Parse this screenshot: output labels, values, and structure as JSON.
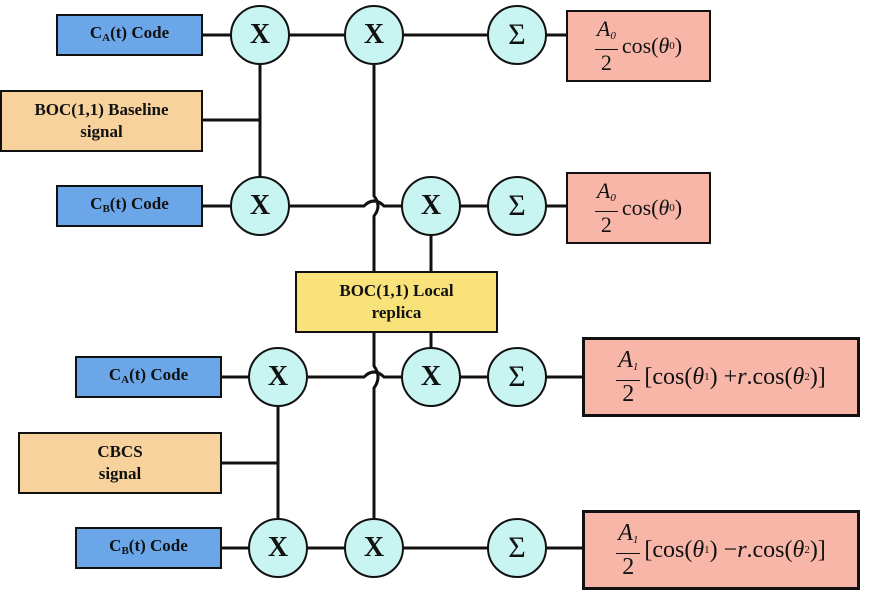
{
  "multiply_symbol": "X",
  "sum_symbol": "Σ",
  "inputs": {
    "ca_top": {
      "letter": "C",
      "sub": "A",
      "rest": "(t) Code"
    },
    "boc_baseline": {
      "line1": "BOC(1,1) Baseline",
      "line2": "signal"
    },
    "cb_top": {
      "letter": "C",
      "sub": "B",
      "rest": "(t) Code"
    },
    "boc_local": {
      "line1": "BOC(1,1) Local",
      "line2": "replica"
    },
    "ca_bottom": {
      "letter": "C",
      "sub": "A",
      "rest": "(t) Code"
    },
    "cbcs": {
      "line1": "CBCS",
      "line2": "signal"
    },
    "cb_bottom": {
      "letter": "C",
      "sub": "B",
      "rest": "(t) Code"
    }
  },
  "outputs": {
    "out1": {
      "num_letter": "A",
      "num_sub": "0",
      "den": "2",
      "func": "cos(",
      "theta": "θ",
      "theta_sub": "0",
      "close": ")"
    },
    "out2": {
      "num_letter": "A",
      "num_sub": "0",
      "den": "2",
      "func": "cos(",
      "theta": "θ",
      "theta_sub": "0",
      "close": ")"
    },
    "out3": {
      "num_letter": "A",
      "num_sub": "1",
      "den": "2",
      "open": "[cos(",
      "theta1": "θ",
      "theta1_sub": "1",
      "mid": ") + ",
      "r": "r",
      "dotcos": ".cos(",
      "theta2": "θ",
      "theta2_sub": "2",
      "close": ")]"
    },
    "out4": {
      "num_letter": "A",
      "num_sub": "1",
      "den": "2",
      "open": "[cos(",
      "theta1": "θ",
      "theta1_sub": "1",
      "mid": ") − ",
      "r": "r",
      "dotcos": ".cos(",
      "theta2": "θ",
      "theta2_sub": "2",
      "close": ")]"
    }
  }
}
